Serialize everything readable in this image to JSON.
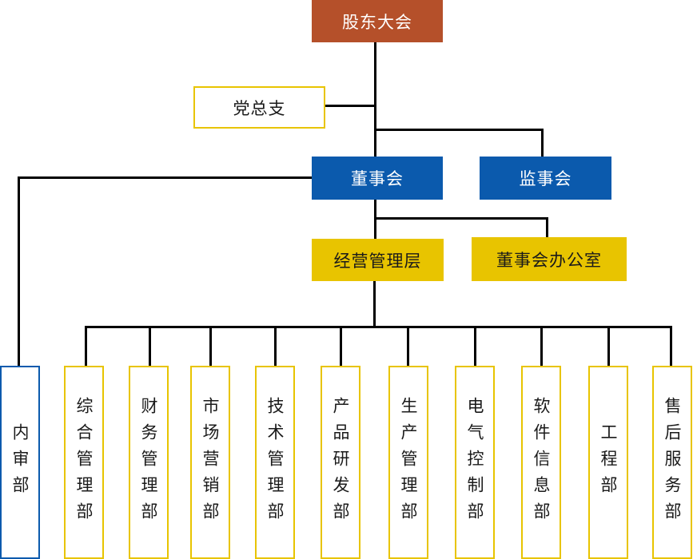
{
  "colors": {
    "top": "#b5502a",
    "blue": "#0b5aad",
    "gold": "#e8c400",
    "line": "#000000"
  },
  "nodes": {
    "shareholders_meeting": "股东大会",
    "party_branch": "党总支",
    "board_of_directors": "董事会",
    "board_of_supervisors": "监事会",
    "management": "经营管理层",
    "board_office": "董事会办公室",
    "internal_audit": "内审部"
  },
  "departments": [
    "综合管理部",
    "财务管理部",
    "市场营销部",
    "技术管理部",
    "产品研发部",
    "生产管理部",
    "电气控制部",
    "软件信息部",
    "工程部",
    "售后服务部"
  ]
}
